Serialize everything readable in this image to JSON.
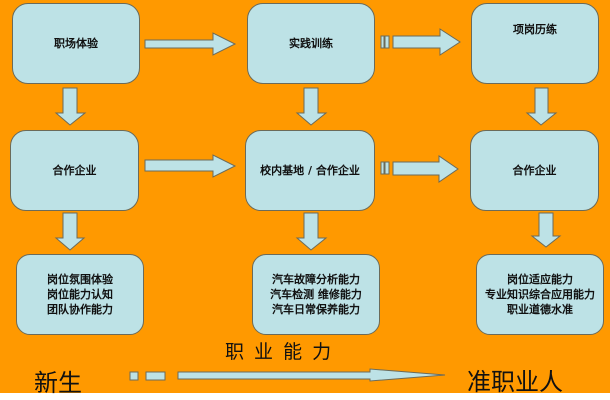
{
  "colors": {
    "background": "#FF9900",
    "box_fill": "#BDE2E6",
    "box_border": "#6b6b5a"
  },
  "rows": [
    {
      "stage": "top",
      "boxes": [
        {
          "label": "职场体验"
        },
        {
          "label": "实践训练"
        },
        {
          "label": "项岗历练"
        }
      ]
    },
    {
      "stage": "middle",
      "boxes": [
        {
          "label": "合作企业"
        },
        {
          "label": "校内基地 / 合作企业"
        },
        {
          "label": "合作企业"
        }
      ]
    },
    {
      "stage": "bottom",
      "boxes": [
        {
          "lines": [
            "岗位氛围体验",
            "岗位能力认知",
            "团队协作能力"
          ]
        },
        {
          "lines": [
            "汽车故障分析能力",
            "汽车检测 维修能力",
            "汽车日常保养能力"
          ]
        },
        {
          "lines": [
            "岗位适应能力",
            "专业知识综合应用能力",
            "职业道德水准"
          ]
        }
      ]
    }
  ],
  "footer": {
    "start_label": "新生",
    "axis_label": "职 业 能 力",
    "end_label": "准职业人"
  }
}
